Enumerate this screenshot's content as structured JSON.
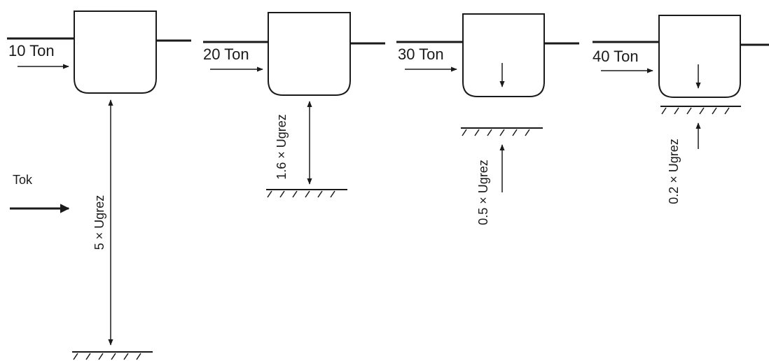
{
  "colors": {
    "ink": "#1a1a1a",
    "background": "#ffffff"
  },
  "flow": {
    "label": "Tok",
    "icon": "flow-arrow-icon"
  },
  "panels": [
    {
      "id": "p1",
      "tonnage": "10 Ton",
      "clearance": "5 × Ugrez"
    },
    {
      "id": "p2",
      "tonnage": "20 Ton",
      "clearance": "1.6 × Ugrez"
    },
    {
      "id": "p3",
      "tonnage": "30 Ton",
      "clearance": "0.5 × Ugrez"
    },
    {
      "id": "p4",
      "tonnage": "40 Ton",
      "clearance": "0.2 × Ugrez"
    }
  ]
}
